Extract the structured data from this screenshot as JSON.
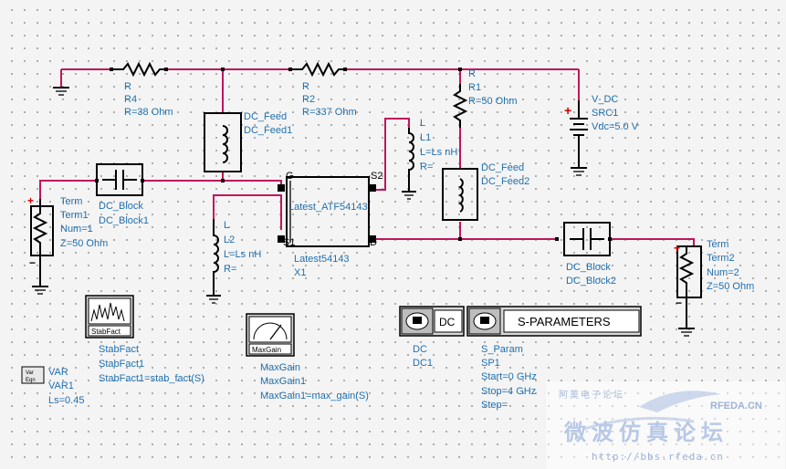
{
  "components": {
    "r4": {
      "type": "R",
      "name": "R4",
      "value": "R=38 Ohm"
    },
    "r2": {
      "type": "R",
      "name": "R2",
      "value": "R=337 Ohm"
    },
    "r1": {
      "type": "R",
      "name": "R1",
      "value": "R=50 Ohm"
    },
    "dcfeed1": {
      "type": "DC_Feed",
      "name": "DC_Feed1"
    },
    "dcfeed2": {
      "type": "DC_Feed",
      "name": "DC_Feed2"
    },
    "vdc": {
      "type": "V_DC",
      "name": "SRC1",
      "value": "Vdc=5.0 V"
    },
    "l1": {
      "type": "L",
      "name": "L1",
      "value": "L=Ls nH",
      "r": "R="
    },
    "l2": {
      "type": "L",
      "name": "L2",
      "value": "L=Ls nH",
      "r": "R="
    },
    "term1": {
      "type": "Term",
      "name": "Term1",
      "num": "Num=1",
      "z": "Z=50 Ohm"
    },
    "term2": {
      "type": "Term",
      "name": "Term2",
      "num": "Num=2",
      "z": "Z=50 Ohm"
    },
    "dcblock1": {
      "type": "DC_Block",
      "name": "DC_Block1"
    },
    "dcblock2": {
      "type": "DC_Block",
      "name": "DC_Block2"
    },
    "transistor": {
      "part": "Latest_ATF54143",
      "type": "Latest54143",
      "name": "X1",
      "pins": {
        "g": "G",
        "s1": "S1",
        "s2": "S2",
        "d": "D"
      }
    },
    "stabfact": {
      "icon": "StabFact",
      "type": "StabFact",
      "name": "StabFact1",
      "expr": "StabFact1=stab_fact(S)"
    },
    "maxgain": {
      "icon": "MaxGain",
      "type": "MaxGain",
      "name": "MaxGain1",
      "expr": "MaxGain1=max_gain(S)"
    },
    "var": {
      "icon_top": "Var",
      "icon_bottom": "Eqn",
      "type": "VAR",
      "name": "VAR1",
      "value": "Ls=0.45"
    },
    "dc": {
      "box": "DC",
      "type": "DC",
      "name": "DC1"
    },
    "sparam": {
      "box": "S-PARAMETERS",
      "type": "S_Param",
      "name": "SP1",
      "start": "Start=0 GHz",
      "stop": "Stop=4 GHz",
      "step": "Step="
    }
  },
  "watermark": {
    "site": "RFEDA.CN",
    "title": "微波仿真论坛",
    "url": "http://bbs.rfeda.cn",
    "faint": "阿莫电子论坛"
  }
}
